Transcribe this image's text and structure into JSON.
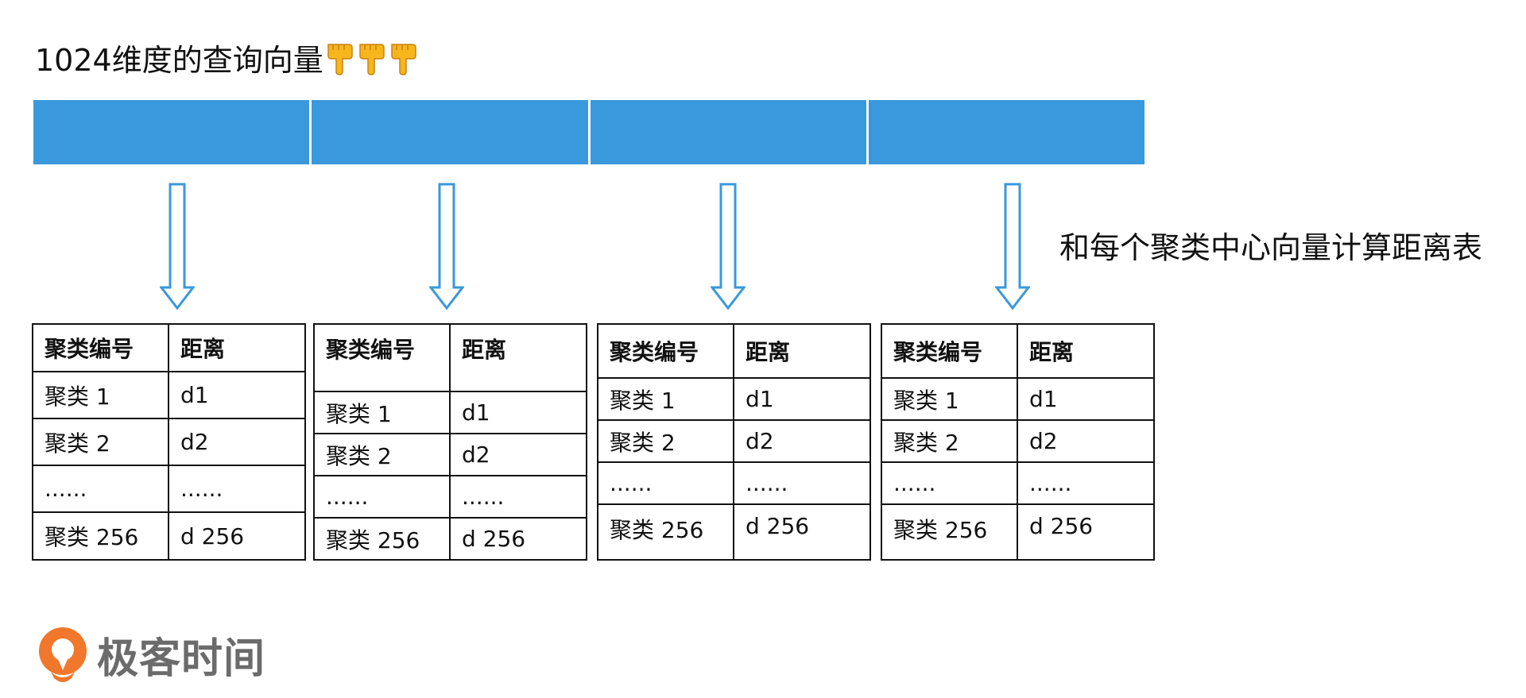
{
  "title": "1024维度的查询向量",
  "side_label": "和每个聚类中心向量计算距离表",
  "logo": {
    "text": "极客时间"
  },
  "colors": {
    "vector_fill": "#3a98dc",
    "arrow_stroke": "#3a98dc",
    "logo_orange": "#f0772b",
    "hand_yellow": "#f7b51e"
  },
  "icons": {
    "hand": "pointing-down-hand-icon",
    "logo": "geektime-logo-icon"
  },
  "tables": [
    {
      "header": {
        "id": "聚类编号",
        "dist": "距离"
      },
      "rows": [
        {
          "id": "聚类 1",
          "dist": "d1"
        },
        {
          "id": "聚类 2",
          "dist": "d2"
        },
        {
          "id": "......",
          "dist": "......"
        },
        {
          "id": "聚类 256",
          "dist": "d 256"
        }
      ]
    },
    {
      "header": {
        "id": "聚类编号",
        "dist": "距离"
      },
      "rows": [
        {
          "id": "聚类 1",
          "dist": "d1"
        },
        {
          "id": "聚类 2",
          "dist": "d2"
        },
        {
          "id": "......",
          "dist": "......"
        },
        {
          "id": "聚类 256",
          "dist": "d 256"
        }
      ]
    },
    {
      "header": {
        "id": "聚类编号",
        "dist": "距离"
      },
      "rows": [
        {
          "id": "聚类 1",
          "dist": "d1"
        },
        {
          "id": "聚类 2",
          "dist": "d2"
        },
        {
          "id": "......",
          "dist": "......"
        },
        {
          "id": "聚类 256",
          "dist": "d 256"
        }
      ]
    },
    {
      "header": {
        "id": "聚类编号",
        "dist": "距离"
      },
      "rows": [
        {
          "id": "聚类 1",
          "dist": "d1"
        },
        {
          "id": "聚类 2",
          "dist": "d2"
        },
        {
          "id": "......",
          "dist": "......"
        },
        {
          "id": "聚类 256",
          "dist": "d 256"
        }
      ]
    }
  ]
}
